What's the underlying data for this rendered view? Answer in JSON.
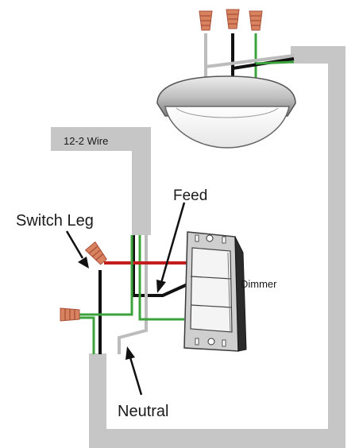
{
  "labels": {
    "wire_type": "12-2 Wire",
    "feed": "Feed",
    "switch_leg": "Switch Leg",
    "dimmer": "Dimmer",
    "neutral": "Neutral"
  },
  "colors": {
    "cable": "#c6c6c6",
    "hot": "#111111",
    "neutral": "#bcbcbc",
    "ground": "#3ca33c",
    "switch_leg": "#c21e1e",
    "wire_nut": "#d9825f",
    "wire_nut_dark": "#a8503a",
    "dimmer_plate": "#d7d7d7",
    "dimmer_body": "#2b2b2b"
  }
}
